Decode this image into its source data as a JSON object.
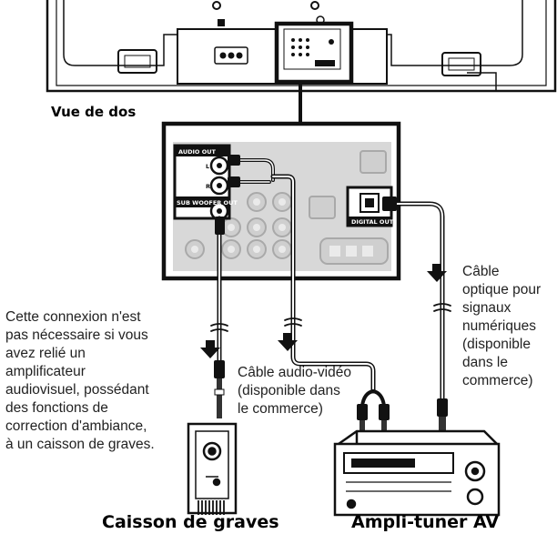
{
  "view_label": "Vue de dos",
  "panel_labels": {
    "audio_out": "AUDIO OUT",
    "sub_woofer_out": "SUB WOOFER OUT",
    "digital_out": "DIGITAL OUT",
    "left": "L",
    "right": "R"
  },
  "note_lines": [
    "Cette connexion n'est",
    "pas nécessaire si vous",
    "avez relié un",
    "amplificateur",
    "audiovisuel, possédant",
    "des fonctions de",
    "correction d'ambiance,",
    "à un caisson de graves."
  ],
  "av_cable_lines": [
    "Câble audio-vidéo",
    "(disponible dans",
    "le commerce)"
  ],
  "optical_cable_lines": [
    "Câble",
    "optique pour",
    "signaux",
    "numériques",
    "(disponible",
    "dans le",
    "commerce)"
  ],
  "subwoofer_label": "Caisson de graves",
  "receiver_label": "Ampli-tuner AV"
}
